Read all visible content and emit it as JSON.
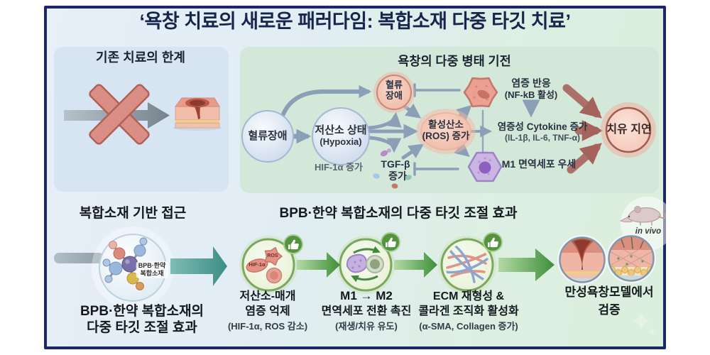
{
  "title": "‘욕창 치료의 새로운 패러다임: 복합소재 다중 타깃 치료’",
  "limits": {
    "title": "기존 치료의 한계"
  },
  "mechanism": {
    "title": "욕창의 다중 병태 기전",
    "blood_flow": "혈류장애",
    "hypoxia": "저산소 상태",
    "hypoxia_en": "(Hypoxia)",
    "hif": "HIF-1α 증가",
    "blood_flow2_l1": "혈류",
    "blood_flow2_l2": "장애",
    "ros_l1": "활성산소",
    "ros_l2": "(ROS) 증가",
    "tgf_l1": "TGF-β",
    "tgf_l2": "증가",
    "inflammation_l1": "염증 반응",
    "inflammation_l2": "(NF-kB 활성)",
    "cytokine_l1": "염증성 Cytokine 증가",
    "cytokine_l2": "(IL-1β, IL-6, TNF-α)",
    "m1_dominance": "M1 면역세포 우세",
    "healing_delay": "치유 지연"
  },
  "approach": {
    "title": "복합소재 기반 접근",
    "molecule_l1": "BPB·한약",
    "molecule_l2": "복합소재",
    "caption_l1": "BPB·한약 복합소재의",
    "caption_l2": "다중 타깃 조절 효과"
  },
  "effects": {
    "title": "BPB·한약 복합소재의 다중 타깃 조절 효과",
    "in_vivo": "in vivo",
    "steps": [
      {
        "l1": "저산소-매개",
        "l2": "염증 억제",
        "sub": "(HIF-1α, ROS 감소)"
      },
      {
        "l1": "M1 → M2",
        "l2": "면역세포 전환 촉진",
        "sub": "(재생/치유 유도)"
      },
      {
        "l1": "ECM 재형성 &",
        "l2": "콜라겐 조직화 활성화",
        "sub": "(α-SMA, Collagen 증가)"
      },
      {
        "l1": "만성욕창모델에서",
        "l2": "검증"
      }
    ],
    "inner": {
      "hif": "HIF-1α",
      "ros": "ROS"
    }
  },
  "colors": {
    "frame_navy": "#1c2768",
    "panel_blue": "#d6e5f1",
    "panel_green": "#d4e8da",
    "arrow_gray": "#8ba0b6",
    "arrow_rose": "#ad6f69",
    "arrow_green": "#4f9e43",
    "arrow_teal": "#4f9c96",
    "node_pink": "#f3c0ae"
  }
}
